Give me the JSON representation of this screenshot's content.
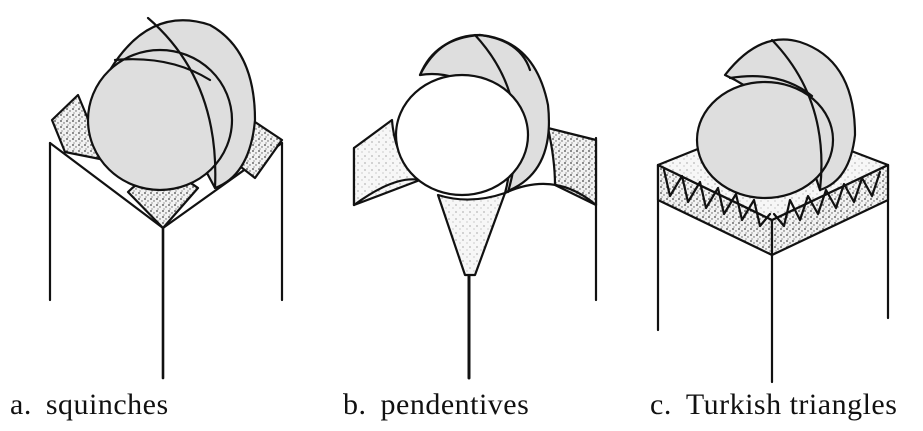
{
  "panels": [
    {
      "id": "a",
      "letter": "a.",
      "label": "squinches"
    },
    {
      "id": "b",
      "letter": "b.",
      "label": "pendentives"
    },
    {
      "id": "c",
      "letter": "c.",
      "label": "Turkish triangles"
    }
  ],
  "colors": {
    "ink": "#111111",
    "dome_fill": "#dedede",
    "stipple": "#555555",
    "background": "#ffffff"
  }
}
